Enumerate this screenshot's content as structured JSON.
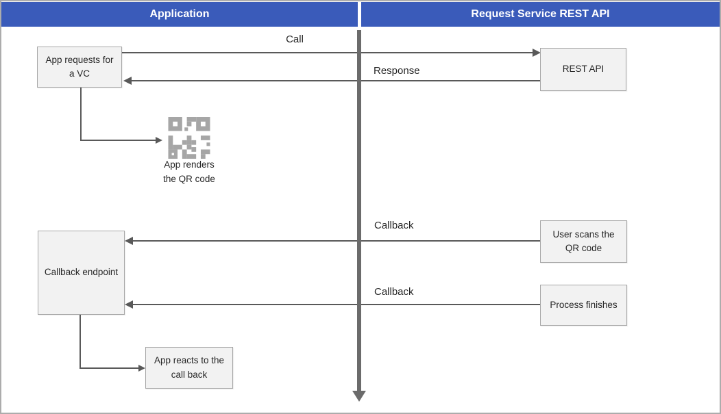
{
  "header": {
    "application": "Application",
    "rest_api": "Request Service REST API"
  },
  "boxes": {
    "app_requests": {
      "label": "App requests for a VC"
    },
    "rest_api": {
      "label": "REST API"
    },
    "user_scans": {
      "label": "User scans the QR code"
    },
    "callback_endpoint": {
      "label": "Callback endpoint"
    },
    "process_finishes": {
      "label": "Process finishes"
    },
    "app_reacts": {
      "label": "App reacts to the call back"
    }
  },
  "qr": {
    "icon": "qr-code-icon",
    "caption": "App renders\nthe QR code"
  },
  "messages": {
    "call": {
      "label": "Call",
      "direction": "app-to-api"
    },
    "response": {
      "label": "Response",
      "direction": "api-to-app"
    },
    "callback_user_scan": {
      "label": "Callback",
      "direction": "api-to-app"
    },
    "callback_process_finish": {
      "label": "Callback",
      "direction": "api-to-app"
    }
  },
  "colors": {
    "header_bg": "#3A5BBA",
    "box_fill": "#F2F2F2",
    "box_border": "#A6A6A6",
    "arrow": "#595959",
    "lifeline": "#6B6B6B",
    "qr_icon": "#A6A6A6",
    "outer_border": "#ACACAC"
  }
}
